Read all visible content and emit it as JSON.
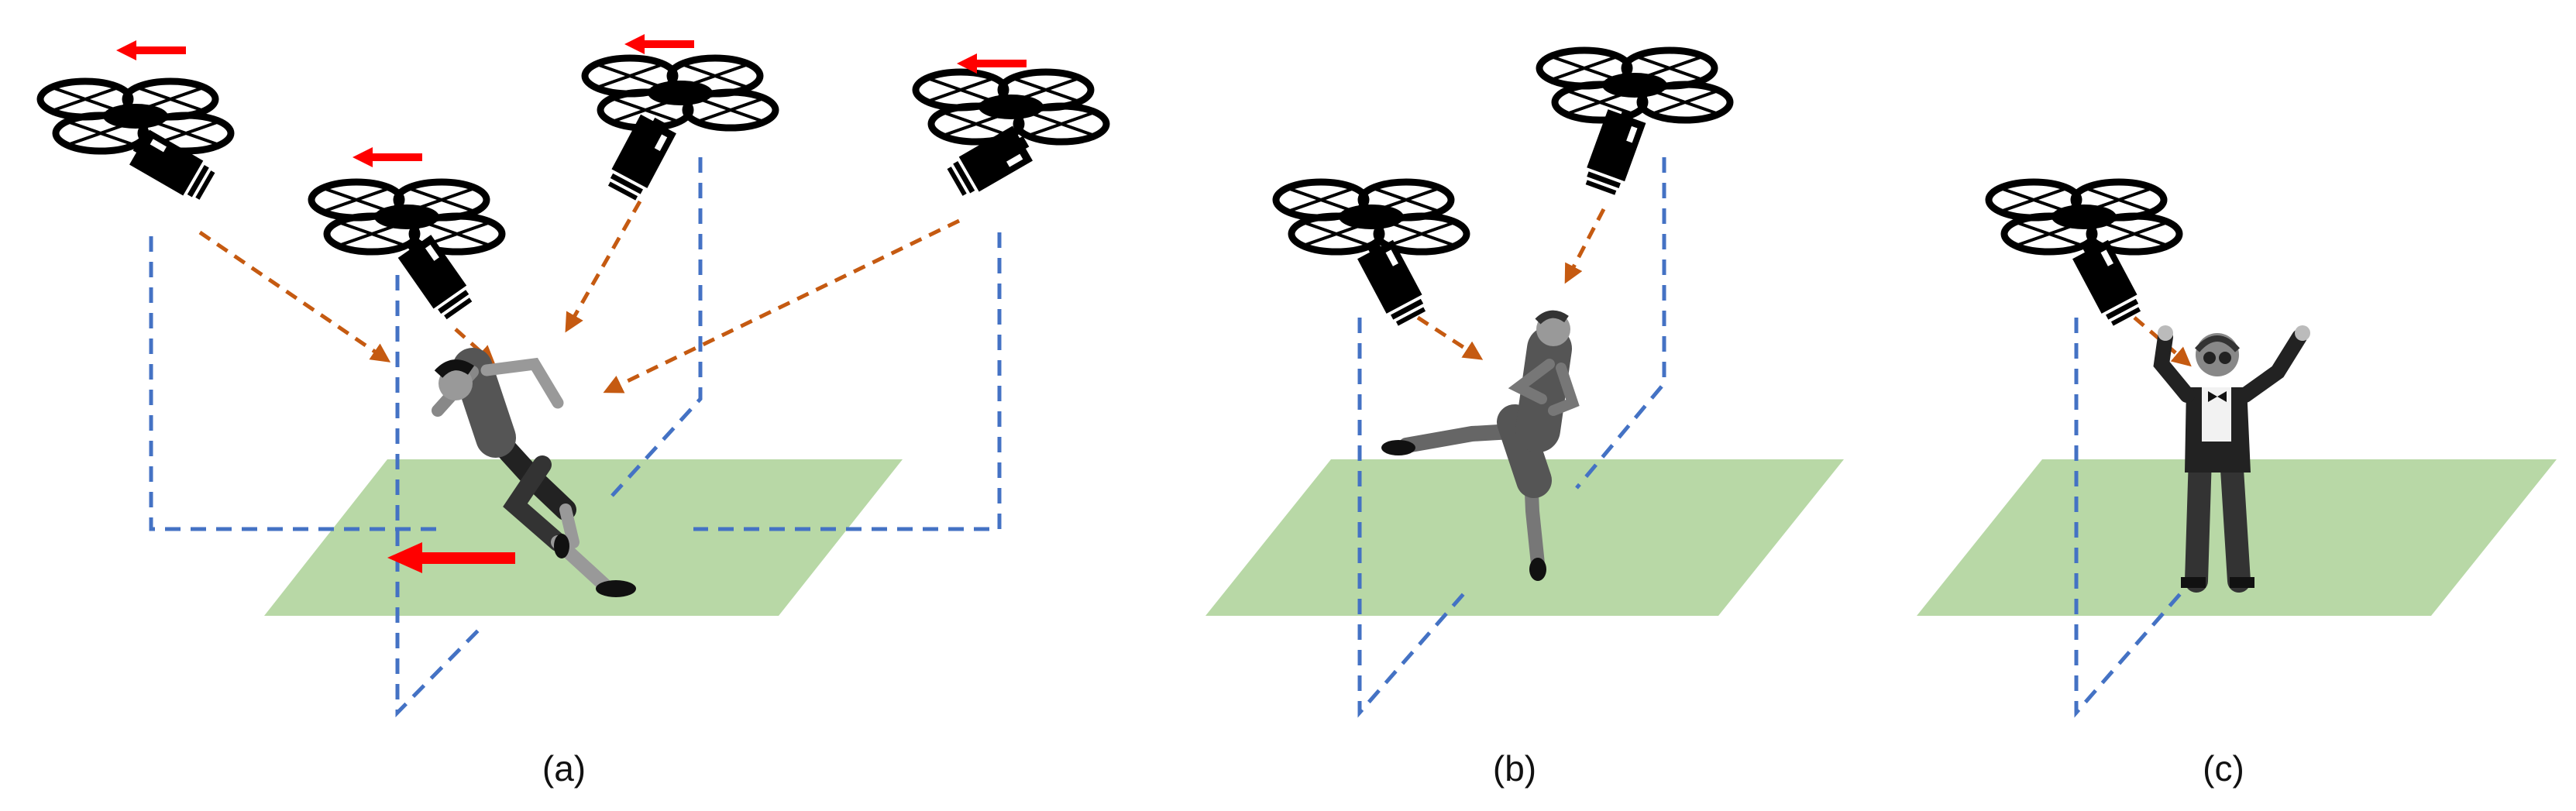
{
  "panels": [
    {
      "caption": "(a)"
    },
    {
      "caption": "(b)"
    },
    {
      "caption": "(c)"
    }
  ],
  "colors": {
    "ground": "#b8d8a6",
    "projection": "#4472c4",
    "view_ray": "#c55a11",
    "motion_arrow": "#ff0000",
    "drone": "#000000"
  },
  "icons": {
    "drone": "quadcopter-camera-icon",
    "motion": "arrow-left-icon",
    "runner": "runner-figure",
    "kicker": "kicker-figure",
    "dancer": "dancer-figure"
  }
}
